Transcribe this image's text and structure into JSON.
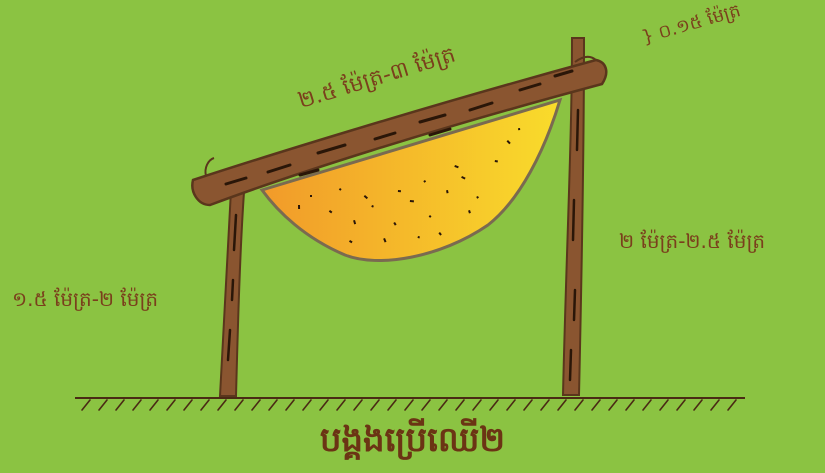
{
  "colors": {
    "background": "#8bc342",
    "wood": "#8a5530",
    "wood_outline": "#5a361c",
    "honeycomb_start": "#f19a2a",
    "honeycomb_end": "#f9dc2b",
    "text": "#7a3f1c"
  },
  "labels": {
    "beam_length": "២.៥ ម៉ែត្រ-៣ ម៉ែត្រ",
    "beam_thickness": "} ០.១៥ ម៉ែត្រ",
    "right_post_height": "២ ម៉ែត្រ-២.៥ ម៉ែត្រ",
    "left_post_height": "១.៥ ម៉ែត្រ-២ ម៉ែត្រ"
  },
  "title": "បង្គងប្រើឈើ២"
}
